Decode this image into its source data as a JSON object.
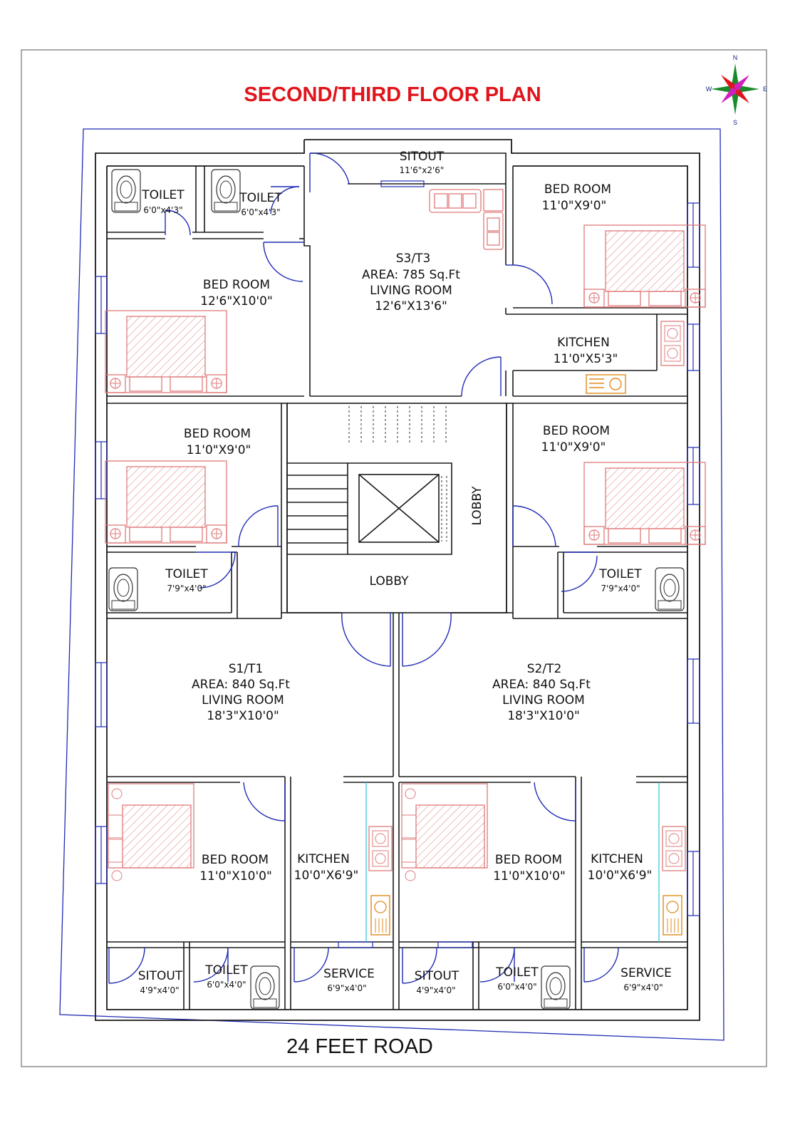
{
  "title": "SECOND/THIRD FLOOR PLAN",
  "road_label": "24 FEET ROAD",
  "compass": {
    "n": "N",
    "s": "S",
    "e": "E",
    "w": "W"
  },
  "colors": {
    "title": "#e0141b",
    "wall": "#1a1a1a",
    "plot_boundary": "#1f2bb5",
    "door_swing": "#1f2bb5",
    "furniture": "#e07a7a",
    "appliance": "#e08a1a",
    "glass": "#38c8e0"
  },
  "rooms": {
    "sitout_top": {
      "name": "SITOUT",
      "size": "11'6\"x2'6\""
    },
    "toilet_tl1": {
      "name": "TOILET",
      "size": "6'0\"x4'3\""
    },
    "toilet_tl2": {
      "name": "TOILET",
      "size": "6'0\"x4'3\""
    },
    "bed_tl": {
      "name": "BED ROOM",
      "size": "12'6\"X10'0\""
    },
    "s3": {
      "unit": "S3/T3",
      "area": "AREA: 785 Sq.Ft",
      "name": "LIVING ROOM",
      "size": "12'6\"X13'6\""
    },
    "bed_tr": {
      "name": "BED ROOM",
      "size": "11'0\"X9'0\""
    },
    "kitchen_tr": {
      "name": "KITCHEN",
      "size": "11'0\"X5'3\""
    },
    "bed_ml": {
      "name": "BED ROOM",
      "size": "11'0\"X9'0\""
    },
    "bed_mr": {
      "name": "BED ROOM",
      "size": "11'0\"X9'0\""
    },
    "lobby_v": {
      "name": "LOBBY"
    },
    "lobby_h": {
      "name": "LOBBY"
    },
    "toilet_ml": {
      "name": "TOILET",
      "size": "7'9\"x4'0\""
    },
    "toilet_mr": {
      "name": "TOILET",
      "size": "7'9\"x4'0\""
    },
    "s1": {
      "unit": "S1/T1",
      "area": "AREA: 840 Sq.Ft",
      "name": "LIVING ROOM",
      "size": "18'3\"X10'0\""
    },
    "s2": {
      "unit": "S2/T2",
      "area": "AREA: 840 Sq.Ft",
      "name": "LIVING ROOM",
      "size": "18'3\"X10'0\""
    },
    "bed_bl": {
      "name": "BED ROOM",
      "size": "11'0\"X10'0\""
    },
    "kitchen_bl": {
      "name": "KITCHEN",
      "size": "10'0\"X6'9\""
    },
    "bed_br": {
      "name": "BED ROOM",
      "size": "11'0\"X10'0\""
    },
    "kitchen_br": {
      "name": "KITCHEN",
      "size": "10'0\"X6'9\""
    },
    "sitout_bl": {
      "name": "SITOUT",
      "size": "4'9\"x4'0\""
    },
    "toilet_bl": {
      "name": "TOILET",
      "size": "6'0\"x4'0\""
    },
    "service_bl": {
      "name": "SERVICE",
      "size": "6'9\"x4'0\""
    },
    "sitout_br": {
      "name": "SITOUT",
      "size": "4'9\"x4'0\""
    },
    "toilet_br": {
      "name": "TOILET",
      "size": "6'0\"x4'0\""
    },
    "service_br": {
      "name": "SERVICE",
      "size": "6'9\"x4'0\""
    }
  }
}
